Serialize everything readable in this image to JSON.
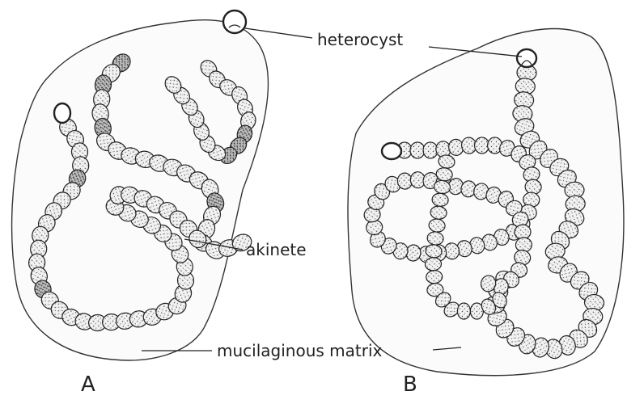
{
  "labels": {
    "heterocyst": "heterocyst",
    "akinete": "akinete",
    "matrix": "mucilaginous matrix",
    "panel_a": "A",
    "panel_b": "B"
  },
  "colors": {
    "ink": "#222222",
    "matrix_fill": "#fbfbfb",
    "stipple": "#444444"
  },
  "icons": {
    "heterocyst": "ring-icon",
    "cell": "stippled-ellipse"
  }
}
